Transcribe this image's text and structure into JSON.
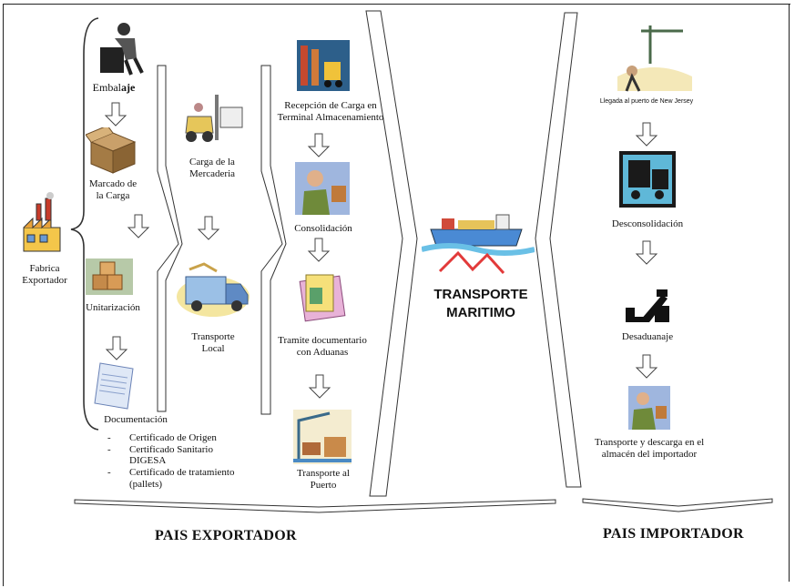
{
  "origin": {
    "fabrica": "Fabrica Exportador",
    "embalaje_prefix": "Embal",
    "embalaje_suffix": "aje",
    "marcado": "Marcado de la Carga",
    "unitarizacion": "Unitarización",
    "documentacion": "Documentación",
    "documents": [
      "Certificado de Origen",
      "Certificado Sanitario DIGESA",
      "Certificado de tratamiento (pallets)"
    ]
  },
  "local": {
    "carga": "Carga de la Mercaderia",
    "transporte": "Transporte Local"
  },
  "terminal": {
    "recepcion": "Recepción de Carga en Terminal Almacenamiento",
    "consolidacion": "Consolidación",
    "tramite": "Tramite documentario con Aduanas",
    "transporte_puerto": "Transporte al Puerto"
  },
  "maritime": {
    "label": "TRANSPORTE MARITIMO"
  },
  "import": {
    "llegada": "Llegada al puerto de New Jersey",
    "desconsolidacion": "Desconsolidación",
    "desaduanaje": "Desaduanaje",
    "almacen": "Transporte y descarga en el almacén del importador"
  },
  "footer": {
    "exportador": "PAIS EXPORTADOR",
    "importador": "PAIS IMPORTADOR"
  }
}
